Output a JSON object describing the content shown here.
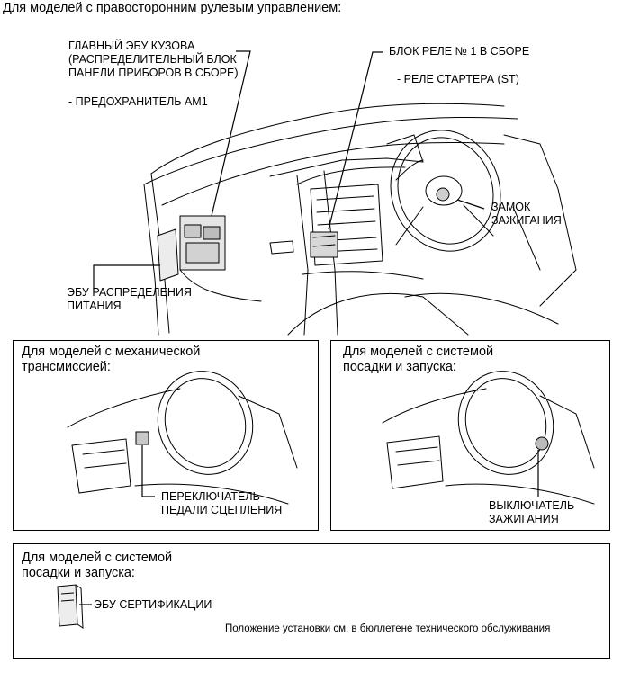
{
  "header": {
    "title": "Для моделей с правосторонним рулевым управлением:"
  },
  "main_diagram": {
    "labels": {
      "body_ecu": "ГЛАВНЫЙ ЭБУ КУЗОВА\n(РАСПРЕДЕЛИТЕЛЬНЫЙ БЛОК\nПАНЕЛИ ПРИБОРОВ В СБОРЕ)",
      "fuse_am1": "- ПРЕДОХРАНИТЕЛЬ AM1",
      "relay_block": "БЛОК РЕЛЕ № 1 В СБОРЕ",
      "starter_relay": "- РЕЛЕ СТАРТЕРА (ST)",
      "ignition_lock": "ЗАМОК\nЗАЖИГАНИЯ",
      "power_ecu": "ЭБУ РАСПРЕДЕЛЕНИЯ\nПИТАНИЯ"
    }
  },
  "panel_manual": {
    "heading": "Для моделей с механической\nтрансмиссией:",
    "label": "ПЕРЕКЛЮЧАТЕЛЬ\nПЕДАЛИ СЦЕПЛЕНИЯ"
  },
  "panel_smart_entry": {
    "heading": "Для моделей с системой\nпосадки и запуска:",
    "label": "ВЫКЛЮЧАТЕЛЬ\nЗАЖИГАНИЯ"
  },
  "panel_certification": {
    "heading": "Для моделей с системой\nпосадки и запуска:",
    "label": "ЭБУ СЕРТИФИКАЦИИ",
    "note": "Положение установки см. в бюллетене технического обслуживания"
  }
}
